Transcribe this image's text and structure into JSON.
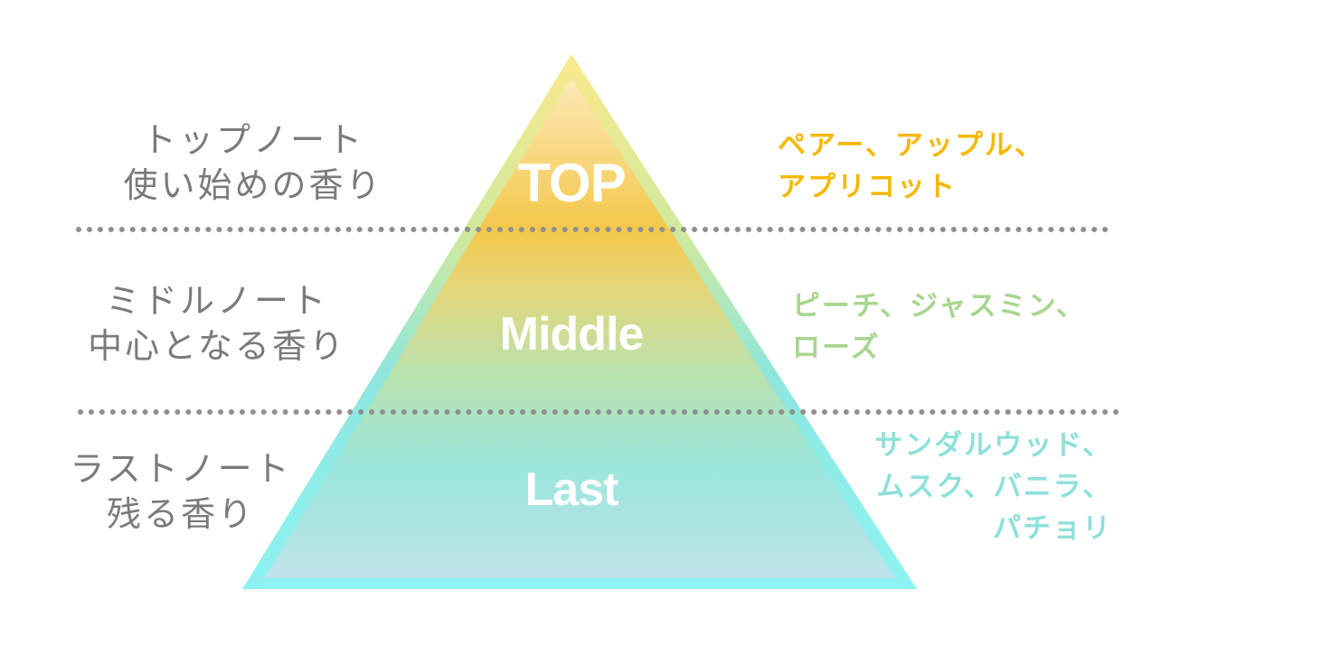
{
  "diagram": {
    "levels": [
      {
        "name": "TOP",
        "left_lines": [
          "トップノート",
          "使い始めの香り"
        ],
        "notes_lines": [
          "ペアー、アップル、",
          "アプリコット"
        ],
        "color": "#f5b800"
      },
      {
        "name": "Middle",
        "left_lines": [
          "ミドルノート",
          "中心となる香り"
        ],
        "notes_lines": [
          "ピーチ、ジャスミン、",
          "ローズ"
        ],
        "color": "#a9d58f"
      },
      {
        "name": "Last",
        "left_lines": [
          "ラストノート",
          "残る香り"
        ],
        "notes_lines": [
          "サンダルウッド、",
          "ムスク、バニラ、",
          "パチョリ"
        ],
        "color": "#8fe0da"
      }
    ],
    "gradient": {
      "top_color": "#f7c94a",
      "middle_color": "#c6e3a6",
      "bottom_color": "#8ff0ee",
      "divider_color": "#8f8f8f"
    }
  }
}
